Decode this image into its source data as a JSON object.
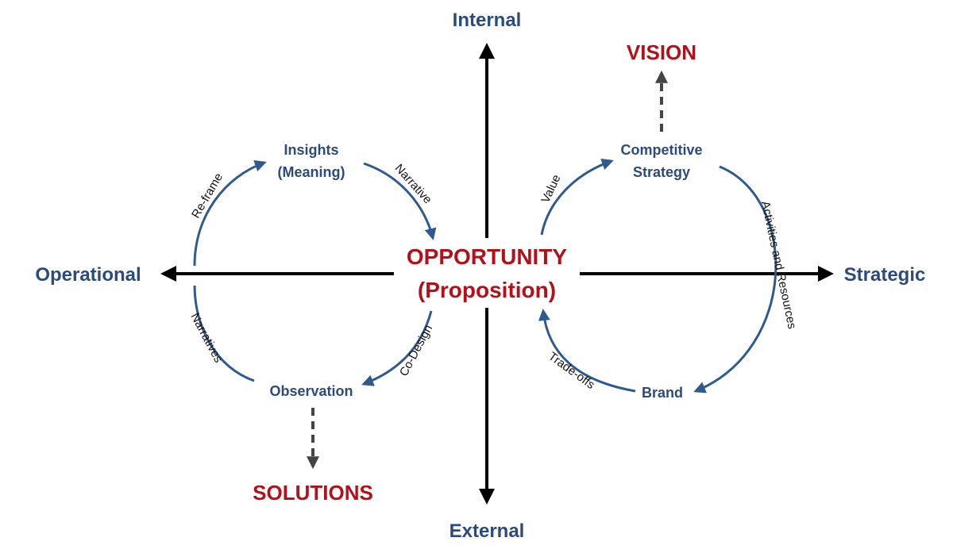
{
  "colors": {
    "axis": "#000000",
    "cycle": "#2e5a8e",
    "label_blue": "#2b4a7d",
    "label_red": "#b3111a",
    "dashed": "#444444"
  },
  "axes": {
    "top": "Internal",
    "bottom": "External",
    "left": "Operational",
    "right": "Strategic"
  },
  "center": {
    "line1": "OPPORTUNITY",
    "line2": "(Proposition)"
  },
  "outcomes": {
    "vision": "VISION",
    "solutions": "SOLUTIONS"
  },
  "left_cycle": {
    "insights_line1": "Insights",
    "insights_line2": "(Meaning)",
    "observation": "Observation",
    "edge_reframe": "Re-frame",
    "edge_narrative": "Narrative",
    "edge_codesign": "Co-Design",
    "edge_narratives": "Narratives"
  },
  "right_cycle": {
    "competitive_line1": "Competitive",
    "competitive_line2": "Strategy",
    "brand": "Brand",
    "edge_value": "Value",
    "edge_activities": "Activities and Resources",
    "edge_tradeoffs": "Trade-offs"
  }
}
